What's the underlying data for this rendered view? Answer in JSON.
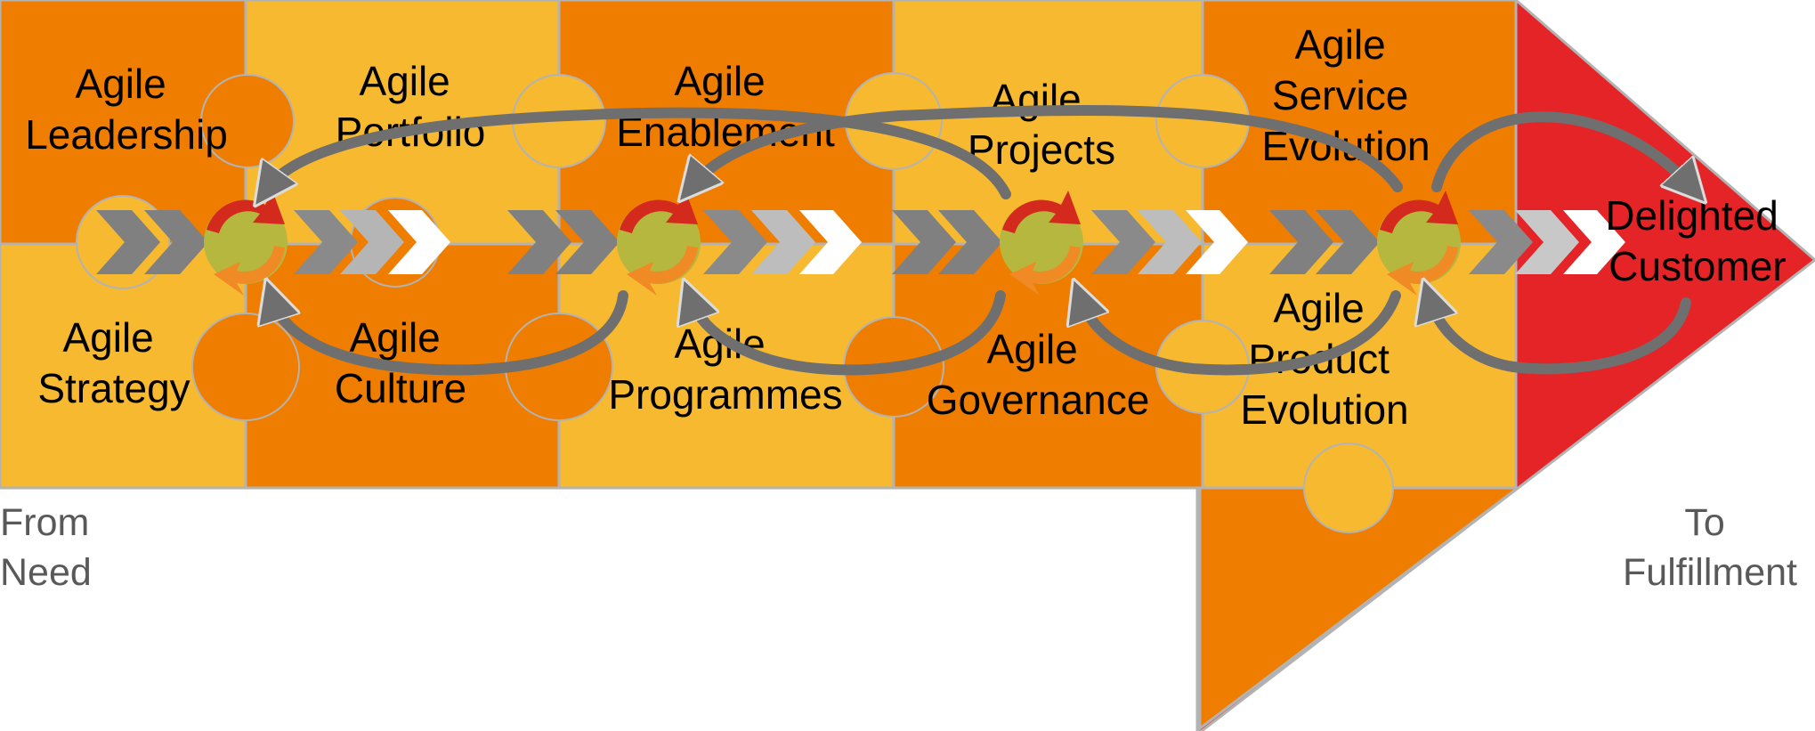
{
  "colors": {
    "orange": "#EE7D00",
    "yellow": "#F6B930",
    "red": "#E42427",
    "arrow_grey": "#808080",
    "loop_grey": "#6F6F6F",
    "cycle_green": "#B5B73E",
    "cycle_red": "#D42A1E",
    "cycle_orange": "#F08A24",
    "border": "#B3B3B3"
  },
  "pieces": {
    "leadership": [
      "Agile",
      "Leadership"
    ],
    "portfolio": [
      "Agile",
      "Portfolio"
    ],
    "enablement": [
      "Agile",
      "Enablement"
    ],
    "projects": [
      "Agile",
      "Projects"
    ],
    "service_evolution": [
      "Agile",
      "Service",
      "Evolution"
    ],
    "strategy": [
      "Agile",
      "Strategy"
    ],
    "culture": [
      "Agile",
      "Culture"
    ],
    "programmes": [
      "Agile",
      "Programmes"
    ],
    "governance": [
      "Agile",
      "Governance"
    ],
    "product_evolution": [
      "Agile",
      "Product",
      "Evolution"
    ]
  },
  "goal": [
    "Delighted",
    "Customer"
  ],
  "start_label": [
    "From",
    "Need"
  ],
  "end_label": [
    "To",
    "Fulfillment"
  ],
  "icons": {
    "cycle": "circular-arrows-icon",
    "chevron": "chevron-right-icon"
  }
}
